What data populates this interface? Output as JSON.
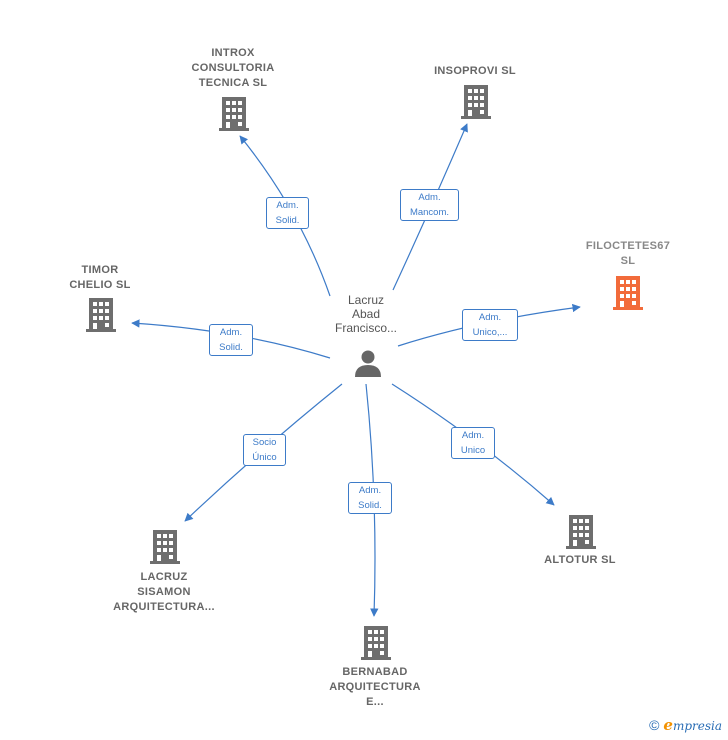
{
  "center": {
    "name": "Lacruz\nAbad\nFrancisco..."
  },
  "nodes": [
    {
      "id": "introx",
      "label": "INTROX\nCONSULTORIA\nTECNICA SL",
      "highlight": false,
      "color": "#6e6e6e"
    },
    {
      "id": "insoprovi",
      "label": "INSOPROVI SL",
      "highlight": false,
      "color": "#6e6e6e"
    },
    {
      "id": "filoctetes",
      "label": "FILOCTETES67\nSL",
      "highlight": true,
      "color": "#f26b3a"
    },
    {
      "id": "timor",
      "label": "TIMOR\nCHELIO SL",
      "highlight": false,
      "color": "#6e6e6e"
    },
    {
      "id": "altotur",
      "label": "ALTOTUR SL",
      "highlight": false,
      "color": "#6e6e6e"
    },
    {
      "id": "bernabad",
      "label": "BERNABAD\nARQUITECTURA\nE...",
      "highlight": false,
      "color": "#6e6e6e"
    },
    {
      "id": "lacruzsis",
      "label": "LACRUZ\nSISAMON\nARQUITECTURA...",
      "highlight": false,
      "color": "#6e6e6e"
    }
  ],
  "edges": [
    {
      "to": "introx",
      "label": "Adm.\nSolid."
    },
    {
      "to": "insoprovi",
      "label": "Adm.\nMancom."
    },
    {
      "to": "filoctetes",
      "label": "Adm.\nUnico,..."
    },
    {
      "to": "timor",
      "label": "Adm.\nSolid."
    },
    {
      "to": "altotur",
      "label": "Adm.\nUnico"
    },
    {
      "to": "bernabad",
      "label": "Adm.\nSolid."
    },
    {
      "to": "lacruzsis",
      "label": "Socio\nÚnico"
    }
  ],
  "footer": {
    "copyright": "©",
    "brand_e": "e",
    "brand_rest": "mpresia"
  },
  "colors": {
    "edge": "#3d7bc8",
    "building": "#6e6e6e",
    "building_highlight": "#f26b3a",
    "person": "#666666"
  }
}
